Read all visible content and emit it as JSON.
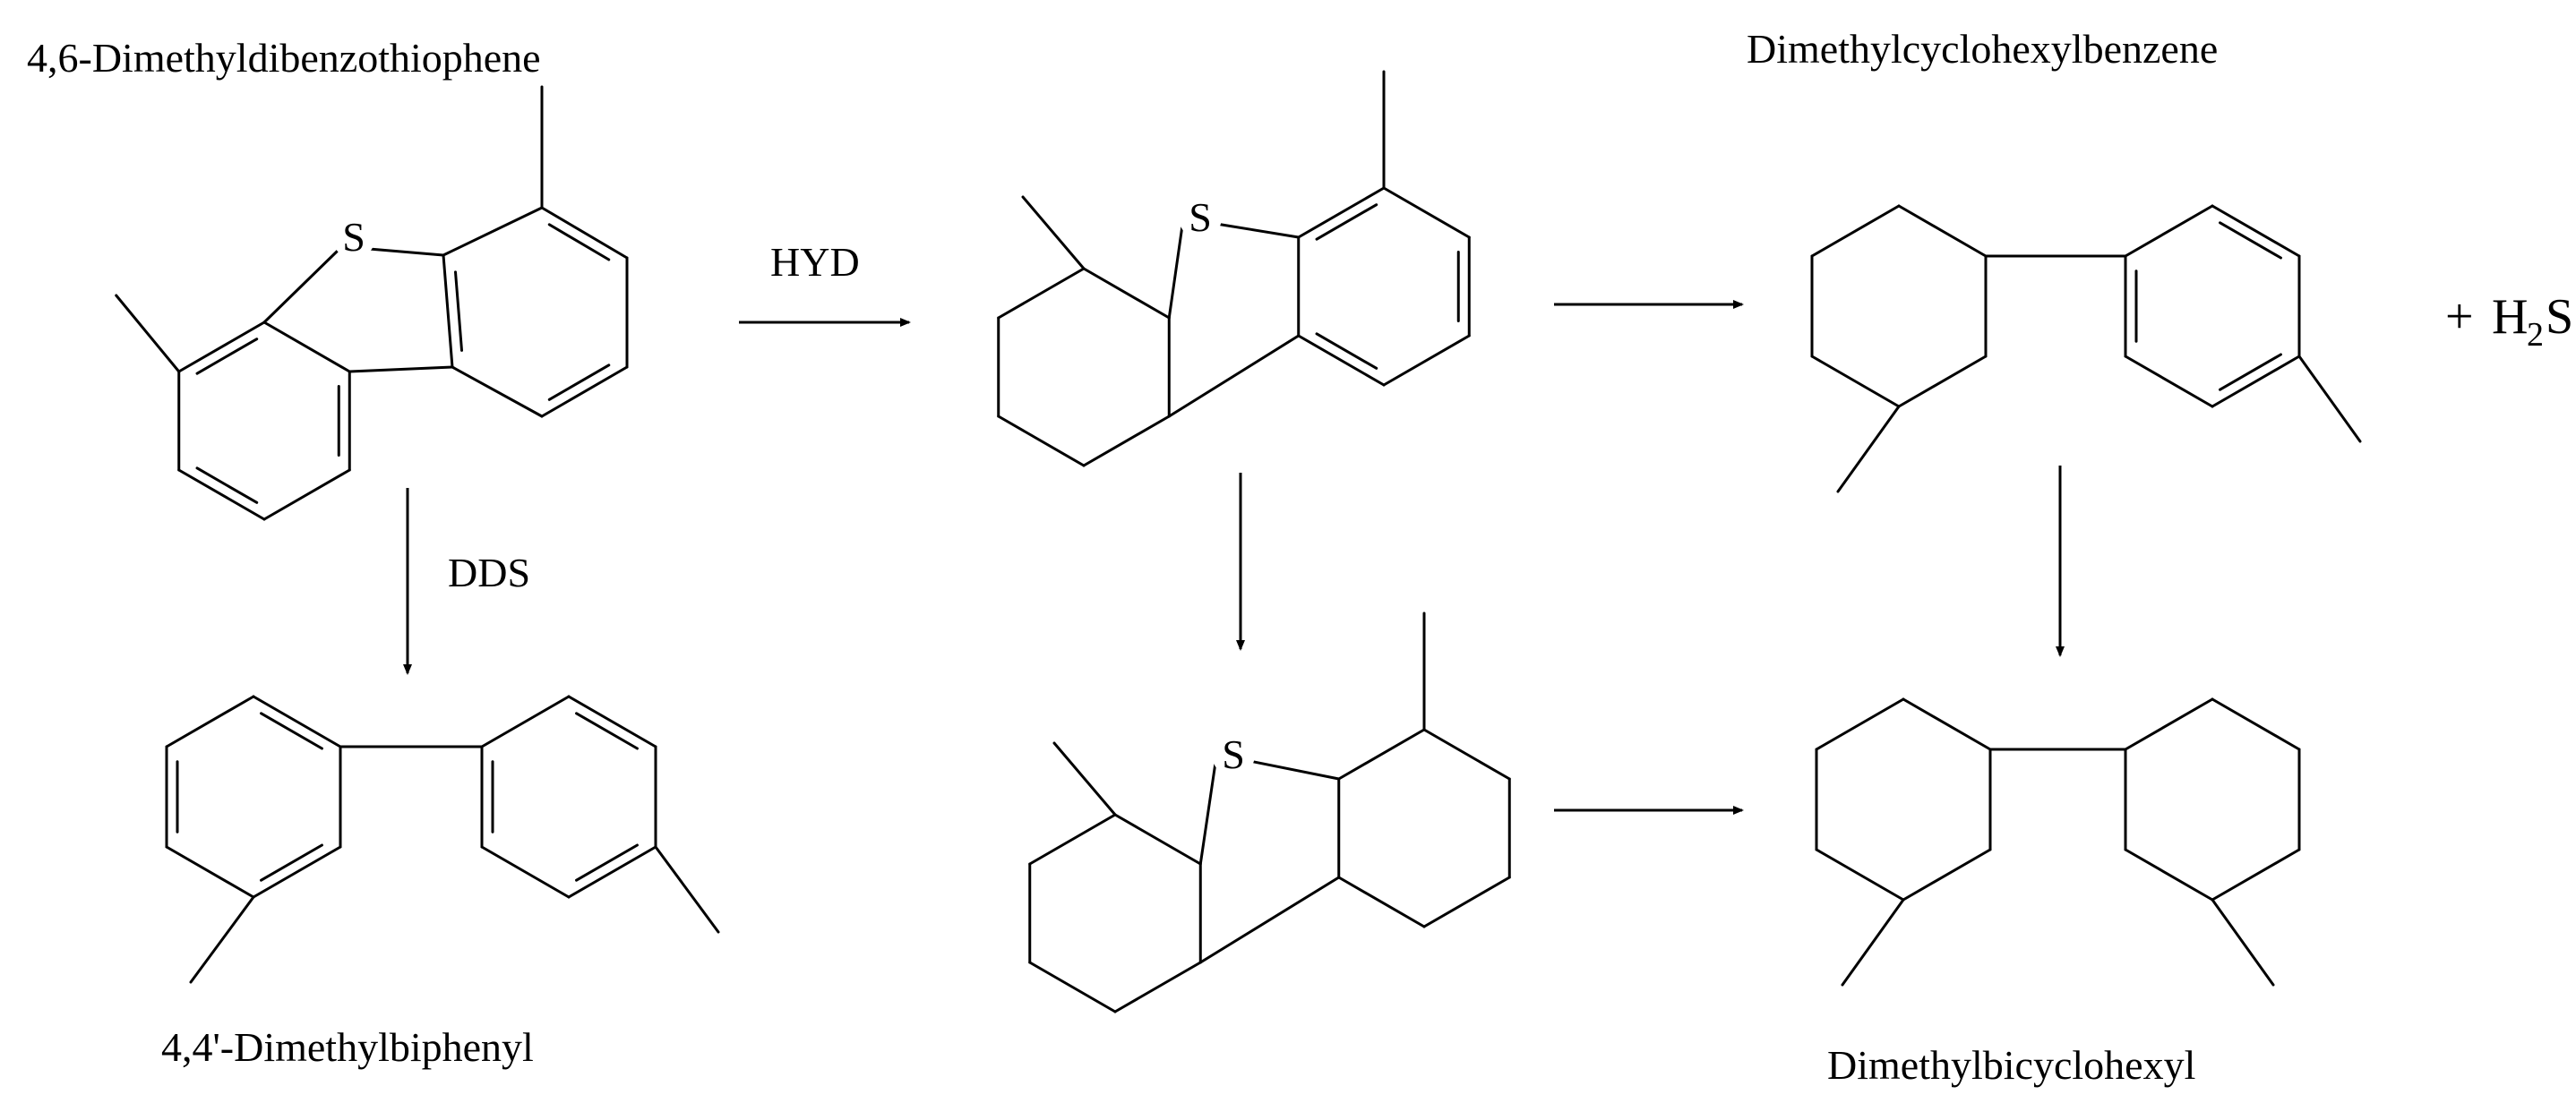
{
  "compounds": {
    "reactant": "4,6-Dimethyldibenzothiophene",
    "dds_product": "4,4'-Dimethylbiphenyl",
    "hyd_product_cyclohexylbenzene": "Dimethylcyclohexylbenzene",
    "final_product": "Dimethylbicyclohexyl"
  },
  "pathways": {
    "hyd": "HYD",
    "dds": "DDS"
  },
  "byproduct": {
    "plus": "+",
    "base": "H",
    "subscript": "2",
    "tail": "S"
  },
  "atoms": {
    "sulfur": "S"
  }
}
